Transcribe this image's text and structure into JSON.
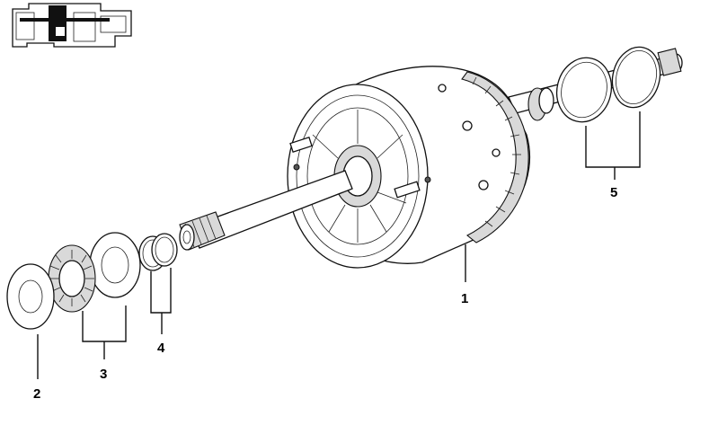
{
  "diagram": {
    "callouts": [
      {
        "id": "1",
        "label": "1"
      },
      {
        "id": "2",
        "label": "2"
      },
      {
        "id": "3",
        "label": "3"
      },
      {
        "id": "4",
        "label": "4"
      },
      {
        "id": "5",
        "label": "5"
      }
    ],
    "colors": {
      "line": "#111111",
      "shade": "#d9d9d9",
      "background": "#ffffff"
    }
  }
}
